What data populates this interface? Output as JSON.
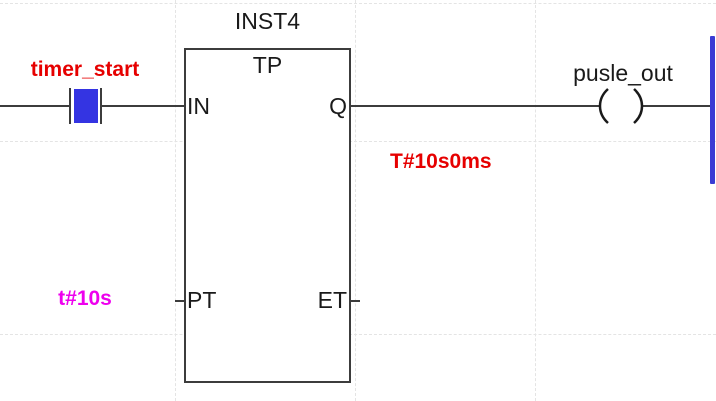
{
  "colors": {
    "background": "#ffffff",
    "grid": "#e4e4e4",
    "wire": "#3c3c3c",
    "text": "#1a1a1a",
    "variable": "#e60000",
    "literal": "#ee00ee",
    "rail": "#3b3bd4",
    "contact-fill": "#3434e2"
  },
  "rung": {
    "contact": {
      "label": "timer_start"
    },
    "block": {
      "instance": "INST4",
      "type": "TP",
      "pin_in": "IN",
      "pin_q": "Q",
      "pin_pt": "PT",
      "pin_et": "ET"
    },
    "coil": {
      "label": "pusle_out"
    },
    "values": {
      "q_monitor": "T#10s0ms",
      "pt_operand": "t#10s"
    }
  }
}
